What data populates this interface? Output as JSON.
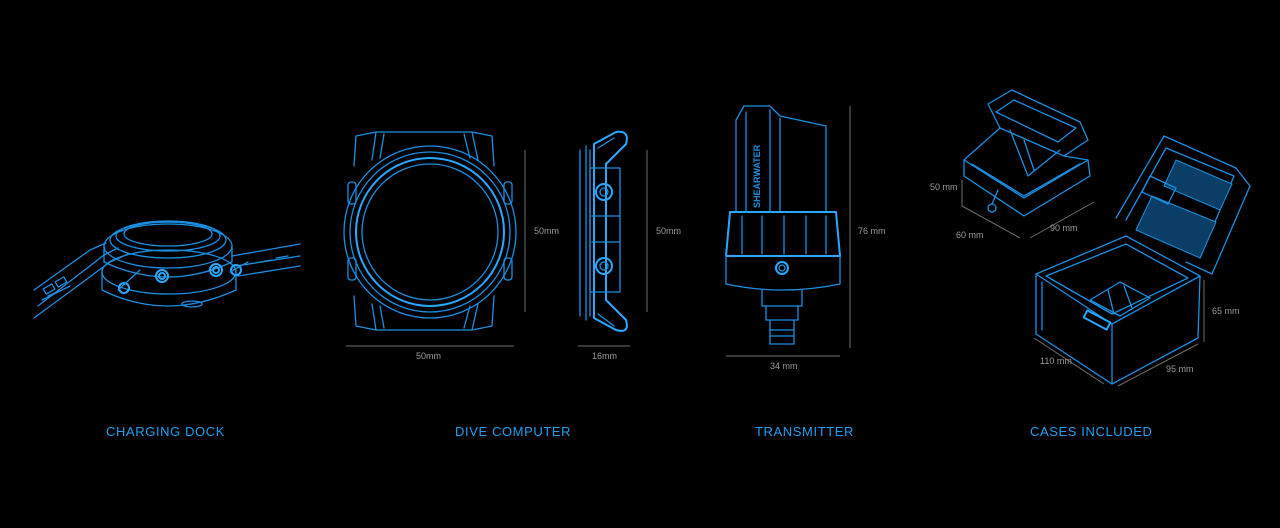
{
  "labels": {
    "charging_dock": "CHARGING DOCK",
    "dive_computer": "DIVE COMPUTER",
    "transmitter": "TRANSMITTER",
    "cases_included": "CASES INCLUDED"
  },
  "dimensions": {
    "computer_width": "50mm",
    "computer_height": "50mm",
    "computer_side_height": "50mm",
    "computer_depth": "16mm",
    "transmitter_height": "76 mm",
    "transmitter_width": "34 mm",
    "small_case_height": "50 mm",
    "small_case_depth": "60 mm",
    "small_case_width": "90 mm",
    "large_case_height": "65 mm",
    "large_case_depth": "110 mm",
    "large_case_width": "95 mm"
  },
  "brand_text": "SHEARWATER",
  "colors": {
    "background": "#000000",
    "line": "#1a8fe0",
    "label": "#1f9ff0",
    "dimension": "#9a9a9a"
  }
}
